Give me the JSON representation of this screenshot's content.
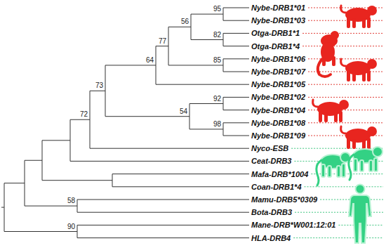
{
  "diagram": {
    "labels": [
      "Nybe-DRB1*01",
      "Nybe-DRB1*03",
      "Otga-DRB1*1",
      "Otga-DRB1*4",
      "Nybe-DRB1*06",
      "Nybe-DRB1*07",
      "Nybe-DRB1*05",
      "Nybe-DRB1*02",
      "Nybe-DRB1*04",
      "Nybe-DRB1*08",
      "Nybe-DRB1*09",
      "Nyco-ESB",
      "Ceat-DRB3",
      "Mafa-DRB*1004",
      "Coan-DRB1*4",
      "Mamu-DRB5*0309",
      "Bota-DRB3",
      "Mane-DRB*W001:12:01",
      "HLA-DRB4",
      "95",
      "82",
      "56",
      "85",
      "77",
      "64",
      "92",
      "98",
      "54",
      "73",
      "72",
      "58",
      "90"
    ]
  }
}
